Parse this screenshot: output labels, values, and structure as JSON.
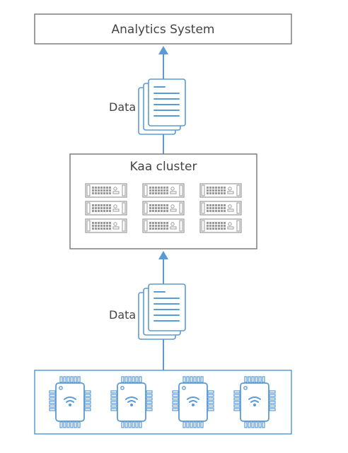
{
  "analytics_box": {
    "title": "Analytics System"
  },
  "cluster_box": {
    "title": "Kaa cluster",
    "servers": {
      "columns": 3,
      "rows": 3
    }
  },
  "flows": [
    {
      "label": "Data"
    },
    {
      "label": "Data"
    }
  ],
  "devices": {
    "count": 4
  },
  "colors": {
    "arrow": "#5b9bd5",
    "icon": "#5b9bd5",
    "box_border": "#7f7f7f",
    "device_border": "#5b9bd5",
    "server_stroke": "#9a9a9a",
    "text": "#444444"
  }
}
